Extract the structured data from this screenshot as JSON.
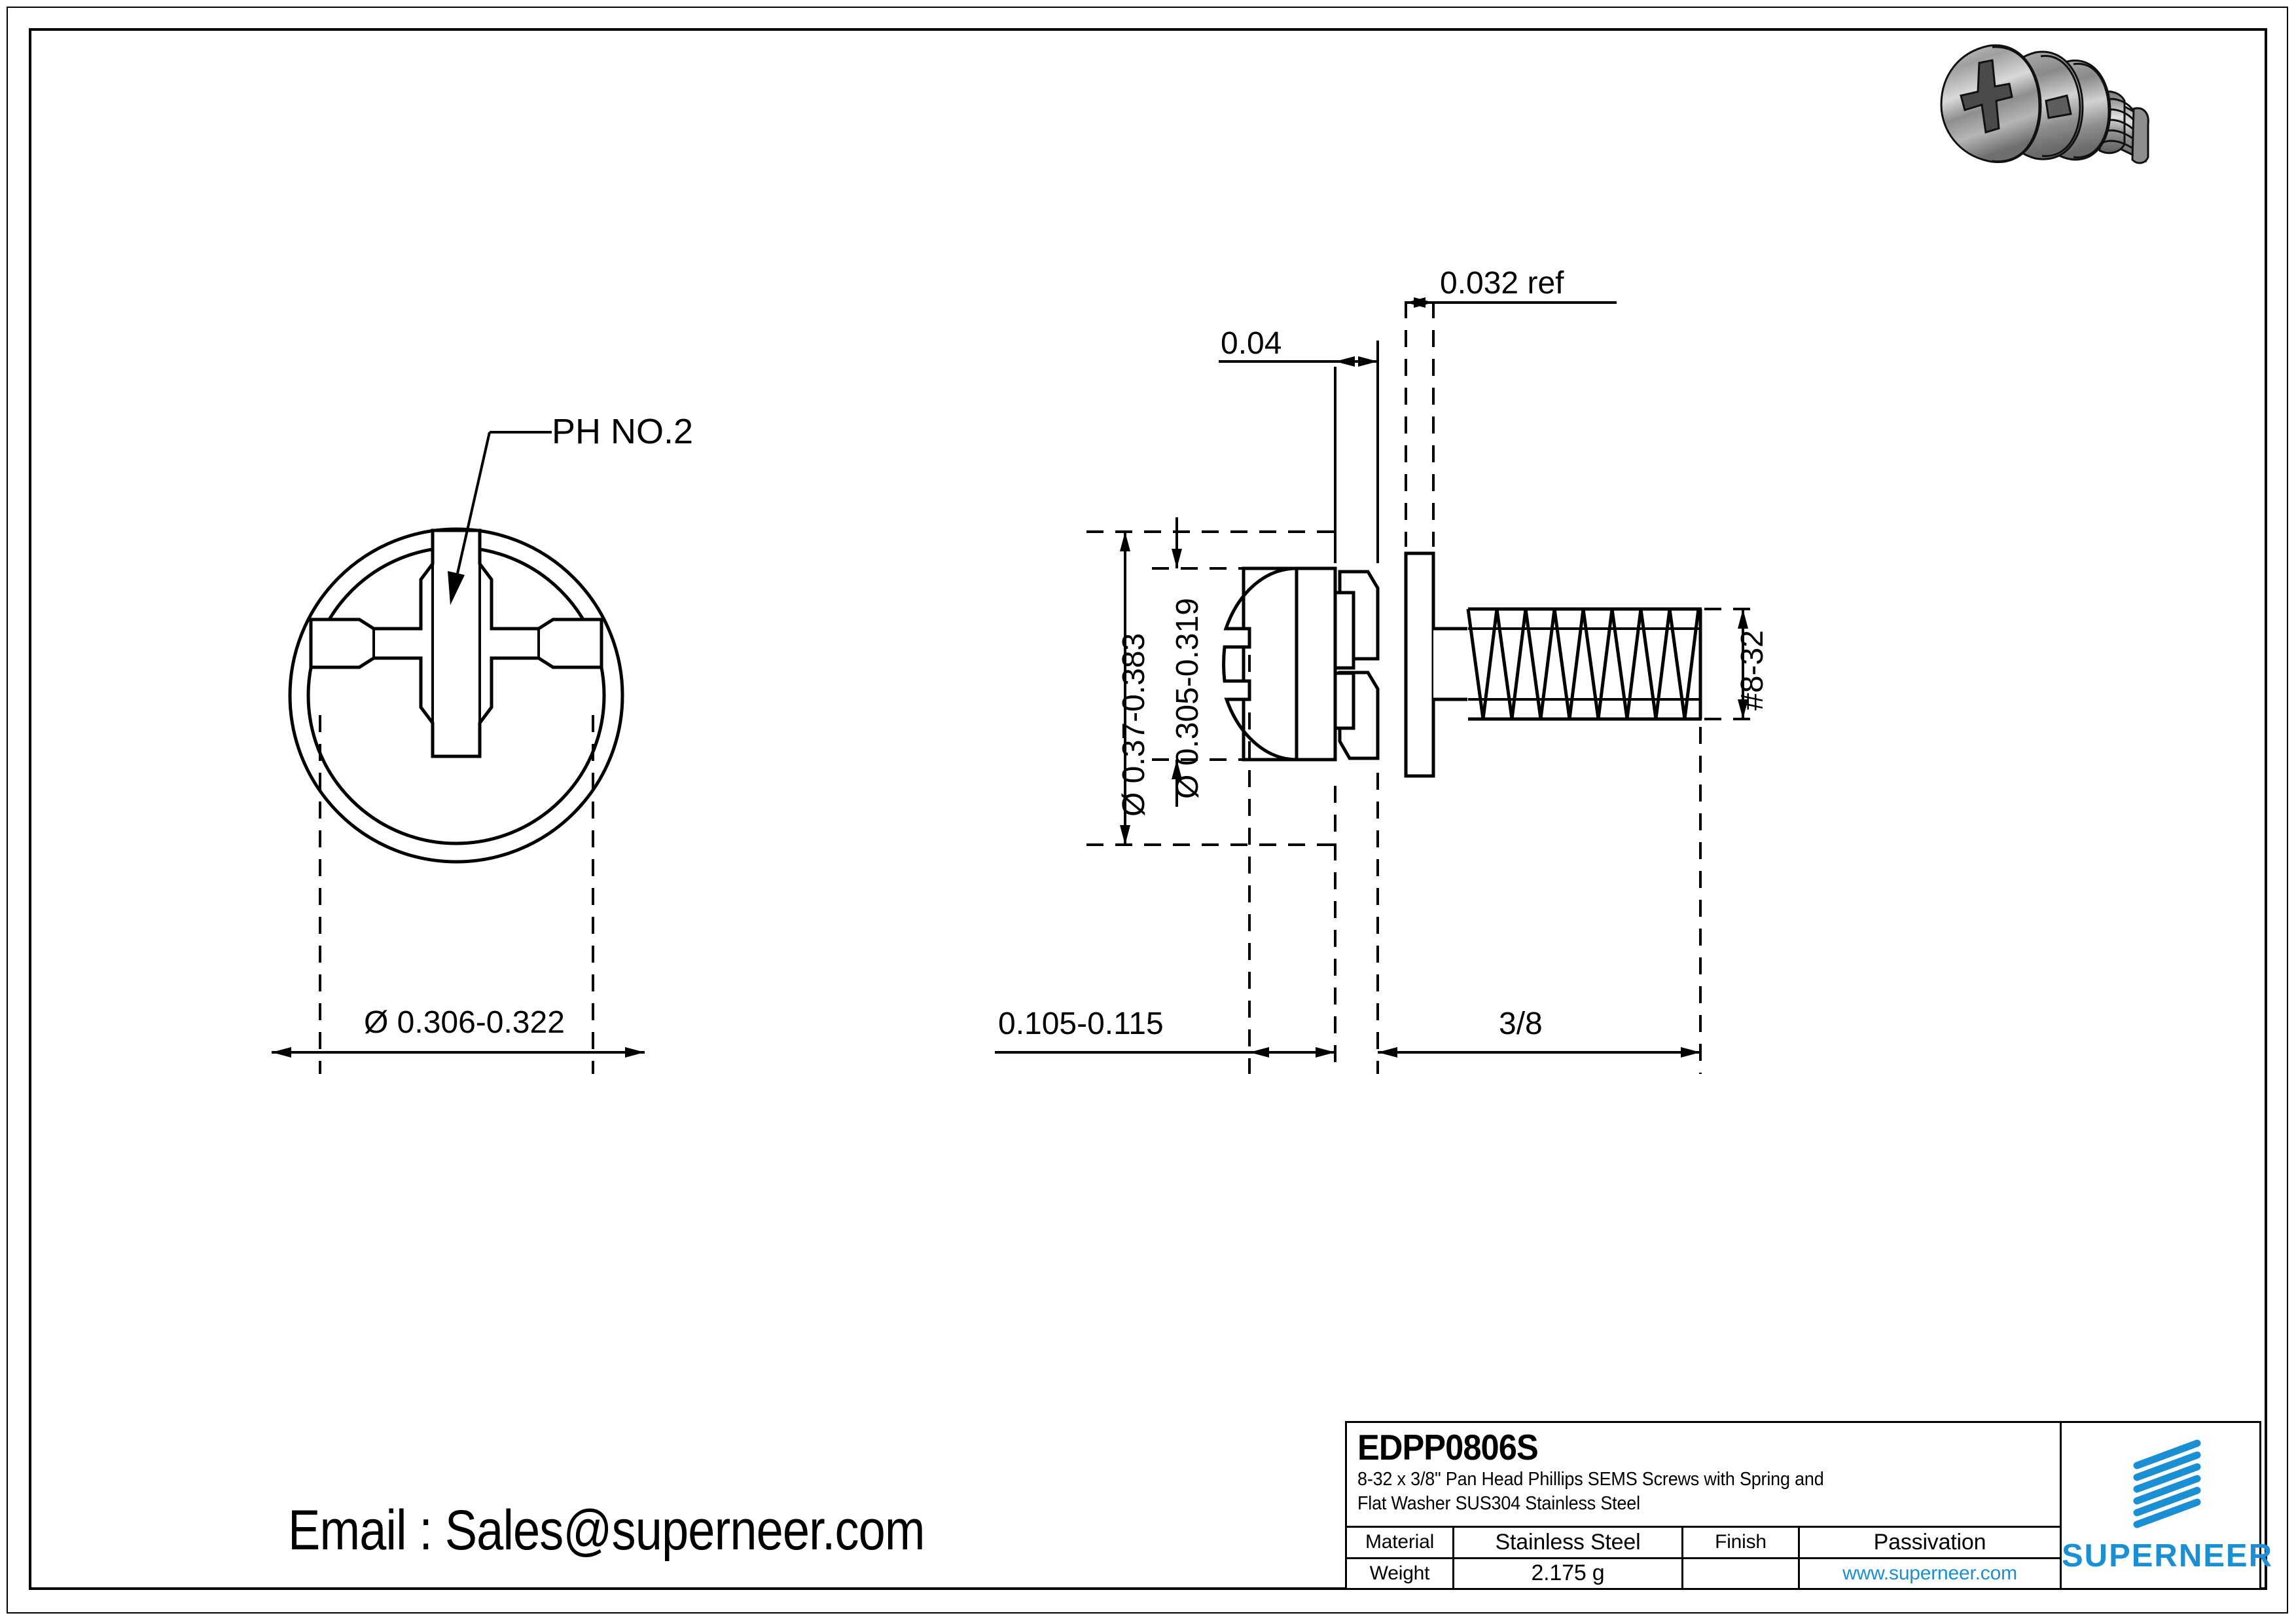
{
  "sheet": {
    "email_line": "Email : Sales@superneer.com"
  },
  "front_view": {
    "callout": "PH NO.2",
    "diameter_dim": "Ø 0.306-0.322"
  },
  "side_view": {
    "dim_top_left": "0.04",
    "dim_top_right": "0.032 ref",
    "dim_head_outer": "Ø 0.37-0.383",
    "dim_head_inner": "Ø 0.305-0.319",
    "dim_thread_size": "#8-32",
    "dim_bottom_left": "0.105-0.115",
    "dim_bottom_right": "3/8"
  },
  "title_block": {
    "part_number": "EDPP0806S",
    "description_line1": "8-32 x 3/8\" Pan Head Phillips SEMS Screws with Spring and",
    "description_line2": "Flat Washer SUS304 Stainless Steel",
    "material_label": "Material",
    "material_value": "Stainless Steel",
    "finish_label": "Finish",
    "finish_value": "Passivation",
    "weight_label": "Weight",
    "weight_value": "2.175 g",
    "website_url": "www.superneer.com",
    "brand_name": "SUPERNEER",
    "brand_color": "#1b8fd4"
  }
}
